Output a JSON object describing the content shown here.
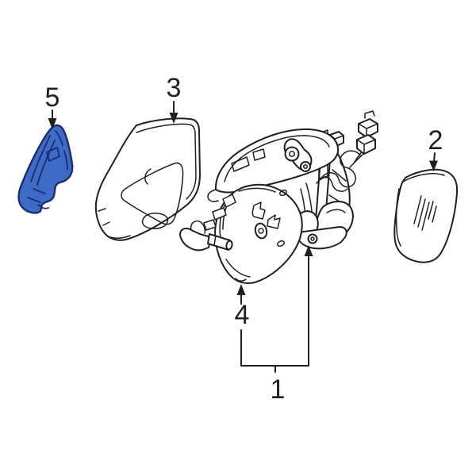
{
  "diagram": {
    "kind": "exploded-parts-diagram",
    "subject": "side-mirror-assembly",
    "colors": {
      "background": "#ffffff",
      "line": "#231f20",
      "highlight_fill": "#3e6bc7",
      "highlight_stroke": "#1c2d6e"
    },
    "callouts": [
      {
        "number": "1",
        "part": "mirror-assembly"
      },
      {
        "number": "2",
        "part": "mirror-glass"
      },
      {
        "number": "3",
        "part": "mirror-housing-cover"
      },
      {
        "number": "4",
        "part": "mirror-motor-plate"
      },
      {
        "number": "5",
        "part": "highlighted-cover"
      }
    ]
  }
}
